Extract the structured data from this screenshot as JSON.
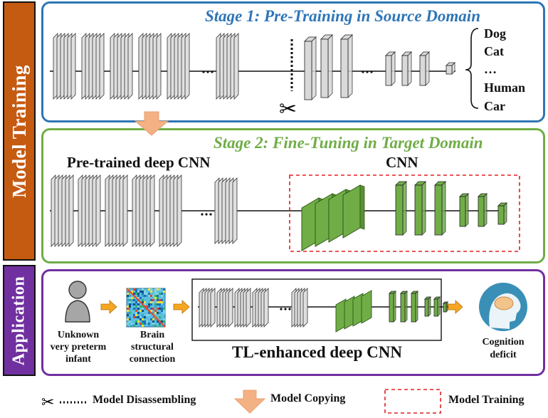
{
  "sidebar": {
    "training_label": "Model Training",
    "application_label": "Application",
    "training_color": "#c55a11",
    "application_color": "#7030a0"
  },
  "stage1": {
    "title": "Stage 1: Pre-Training  in Source Domain",
    "color": "#2e75b6",
    "classes": [
      "Dog",
      "Cat",
      "…",
      "Human",
      "Car"
    ]
  },
  "stage2": {
    "title": "Stage 2: Fine-Tuning  in Target Domain",
    "color": "#70ad47",
    "pretrained_label": "Pre-trained deep CNN",
    "cnn_label": "CNN"
  },
  "application": {
    "input_label": [
      "Unknown",
      "very preterm",
      "infant"
    ],
    "connectome_label": [
      "Brain",
      "structural",
      "connection"
    ],
    "model_label": "TL-enhanced deep CNN",
    "output_label": [
      "Cognition",
      "deficit"
    ]
  },
  "legend": {
    "disassembling": "Model Disassembling",
    "copying": "Model Copying",
    "training": "Model Training"
  },
  "colors": {
    "grey_layer": "#e0e0e0",
    "green_layer": "#70ad47",
    "arrow": "#f4b183",
    "yellow_arrow": "#f5a623",
    "red_dash": "#e02020"
  }
}
